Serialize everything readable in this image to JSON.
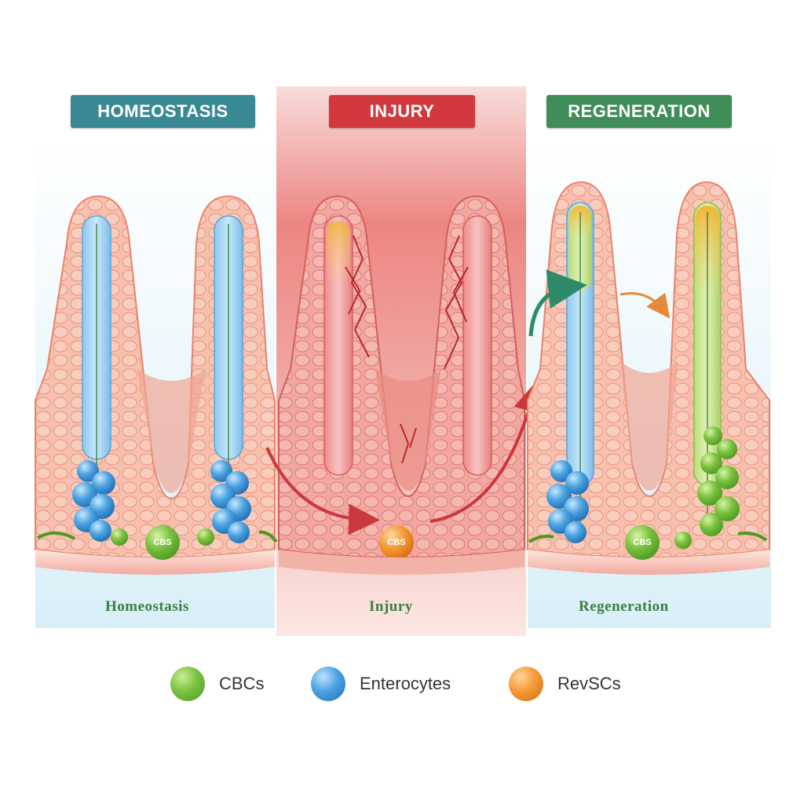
{
  "panels": [
    {
      "header": "HOMEOSTASIS",
      "caption": "Homeostasis",
      "cbs_label": "CBS",
      "cbs_color": "#5aa62a"
    },
    {
      "header": "INJURY",
      "caption": "Injury",
      "cbs_label": "CBS",
      "cbs_color": "#f0962e"
    },
    {
      "header": "REGENERATION",
      "caption": "Regeneration",
      "cbs_label": "CBS",
      "cbs_color": "#5aa62a"
    }
  ],
  "colors": {
    "homeostasis": "#3a8a96",
    "injury": "#d2393e",
    "regeneration": "#3f8e59",
    "tissue": "#f6b9a3",
    "cbcs": "#7cc13f",
    "enterocytes": "#4aa2e0",
    "revscs": "#f39a36",
    "transition_arrow": "#d2393e",
    "regeneration_arrow": "#2f8a6a"
  },
  "legend": [
    {
      "label": "CBCs",
      "color": "#7cc13f",
      "icon": "green-circle-icon"
    },
    {
      "label": "Enterocytes",
      "color": "#4aa2e0",
      "icon": "blue-circle-icon"
    },
    {
      "label": "RevSCs",
      "color": "#f39a36",
      "icon": "orange-circle-icon"
    }
  ]
}
